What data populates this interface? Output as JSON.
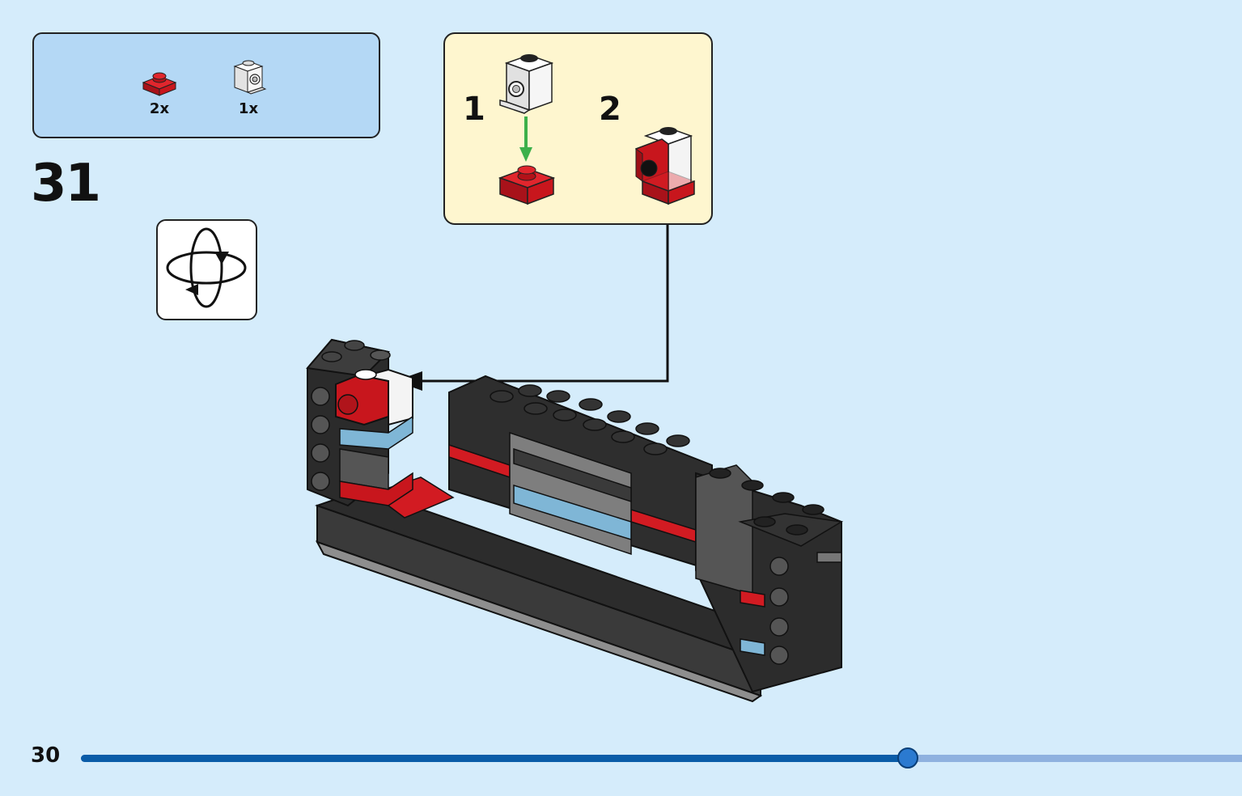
{
  "parts": [
    {
      "name": "red-plate-1x1",
      "quantity": "2x",
      "color": "#c8161d"
    },
    {
      "name": "white-brick-1x1-with-stud",
      "quantity": "1x",
      "color": "#f2f2f2"
    }
  ],
  "step": {
    "number": "31"
  },
  "sub_steps": [
    {
      "label": "1"
    },
    {
      "label": "2"
    }
  ],
  "page": {
    "number": "30"
  },
  "progress": {
    "fraction": 0.7125
  },
  "colors": {
    "background": "#d5ecfb",
    "parts_box": "#b4d8f5",
    "substep_box": "#fef6cf",
    "arrow_green": "#3cb04a",
    "brick_dark": "#2f2f2f",
    "brick_red": "#c8161d",
    "brick_blue": "#7fb6d6",
    "progress_fill": "#0a5ca8",
    "progress_track": "#8fb1df"
  },
  "icons": {
    "rotate": "rotate-model-icon"
  }
}
